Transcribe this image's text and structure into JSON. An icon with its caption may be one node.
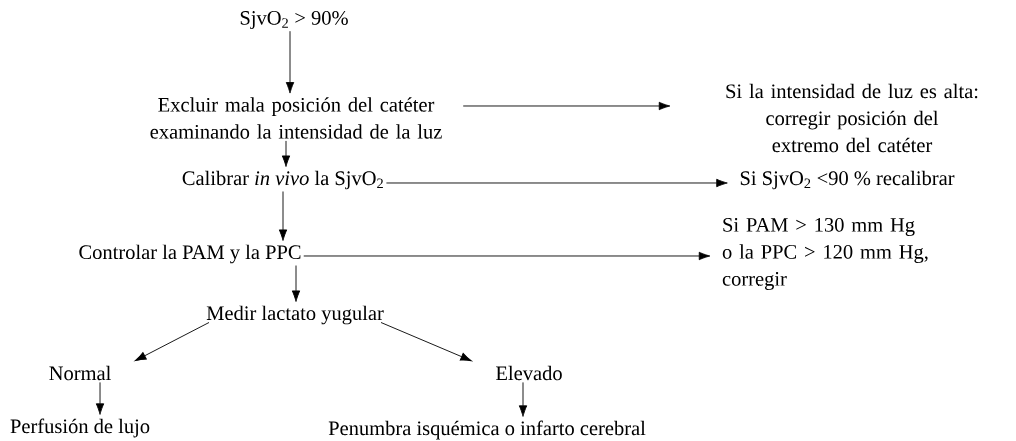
{
  "diagram": {
    "nodes": [
      {
        "text": [
          "SjvO$_{2}$ > 90%"
        ]
      },
      {
        "text": [
          "Excluir mala posición del catéter examinando la intensidad de la luz"
        ]
      },
      {
        "text": [
          "Si la intensidad de luz es alta:",
          "corregir posición del extremo del catéter"
        ]
      },
      {
        "text": [
          "Calibrar *in vivo* la SjvO$_{2}$"
        ]
      },
      {
        "text": [
          "Si SjvO$_{2}$ <90 % recalibrar"
        ]
      },
      {
        "text": [
          "Controlar la PAM y la PPC"
        ]
      },
      {
        "text": [
          "Si PAM > 130 mm Hg o la PPC > 120 mm Hg, corregir"
        ]
      },
      {
        "text": [
          "Medir lactato yugular"
        ]
      },
      {
        "text": [
          "Normal"
        ]
      },
      {
        "text": [
          "Elevado"
        ]
      },
      {
        "text": [
          "Perfusión de lujo"
        ]
      },
      {
        "text": [
          "Penumbra isquémica o infarto cerebral"
        ]
      }
    ],
    "edges": [
      {
        "from": 0,
        "to": 1,
        "arrow": "to"
      },
      {
        "from": 1,
        "to": 2,
        "arrow": "to"
      },
      {
        "from": 1,
        "to": 3,
        "arrow": "to"
      },
      {
        "from": 3,
        "to": 4,
        "arrow": "to"
      },
      {
        "from": 3,
        "to": 5,
        "arrow": "to"
      },
      {
        "from": 5,
        "to": 6,
        "arrow": "to"
      },
      {
        "from": 5,
        "to": 7,
        "arrow": "to"
      },
      {
        "from": 7,
        "to": 8,
        "arrow": "to"
      },
      {
        "from": 7,
        "to": 9,
        "arrow": "to"
      },
      {
        "from": 8,
        "to": 10,
        "arrow": "to"
      },
      {
        "from": 9,
        "to": 11,
        "arrow": "to"
      }
    ]
  }
}
